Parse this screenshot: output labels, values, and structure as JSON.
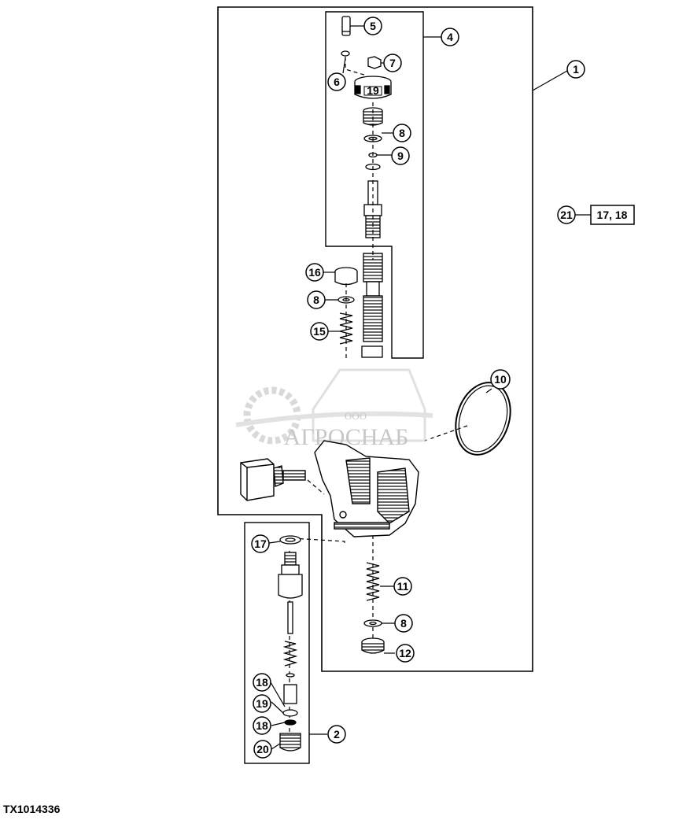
{
  "figure_id": "TX1014336",
  "watermark": {
    "company": "ООО",
    "brand": "АГРОСНАБ"
  },
  "reference_box": {
    "callout": "21",
    "text": "17, 18"
  },
  "callouts": {
    "c1": "1",
    "c2": "2",
    "c4": "4",
    "c5": "5",
    "c6": "6",
    "c7": "7",
    "c8a": "8",
    "c8b": "8",
    "c8c": "8",
    "c9": "9",
    "c10": "10",
    "c11": "11",
    "c12": "12",
    "c15": "15",
    "c16": "16",
    "c17": "17",
    "c18a": "18",
    "c18b": "18",
    "c19": "19",
    "c20": "20"
  },
  "stamp_label": "19"
}
